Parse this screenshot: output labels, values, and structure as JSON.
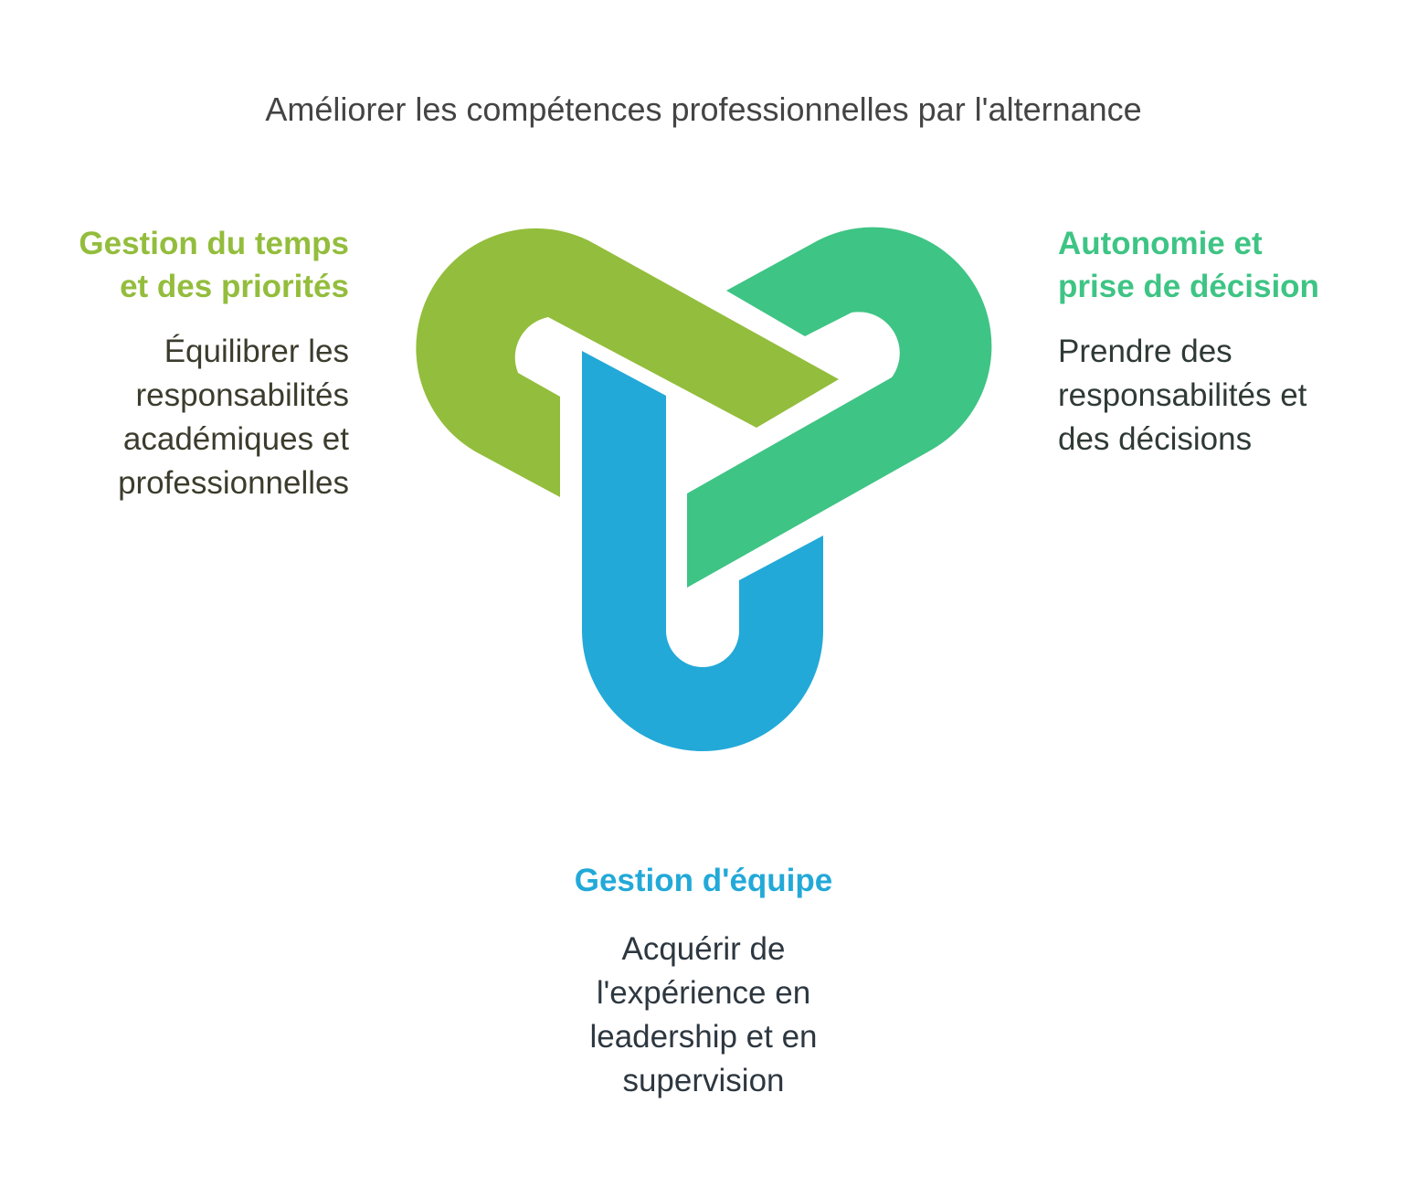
{
  "title": "Améliorer les compétences professionnelles par l'alternance",
  "colors": {
    "green_light": "#93bd3c",
    "green_teal": "#3ec484",
    "blue": "#22a9d8",
    "text_dark": "#444444"
  },
  "items": [
    {
      "heading_lines": [
        "Gestion du temps",
        "et des priorités"
      ],
      "description_lines": [
        "Équilibrer les",
        "responsabilités",
        "académiques et",
        "professionnelles"
      ],
      "color": "#93bd3c"
    },
    {
      "heading_lines": [
        "Autonomie et",
        "prise de décision"
      ],
      "description_lines": [
        "Prendre des",
        "responsabilités et",
        "des décisions"
      ],
      "color": "#3ec484"
    },
    {
      "heading_lines": [
        "Gestion d'équipe"
      ],
      "description_lines": [
        "Acquérir de",
        "l'expérience en",
        "leadership et en",
        "supervision"
      ],
      "color": "#22a9d8"
    }
  ]
}
